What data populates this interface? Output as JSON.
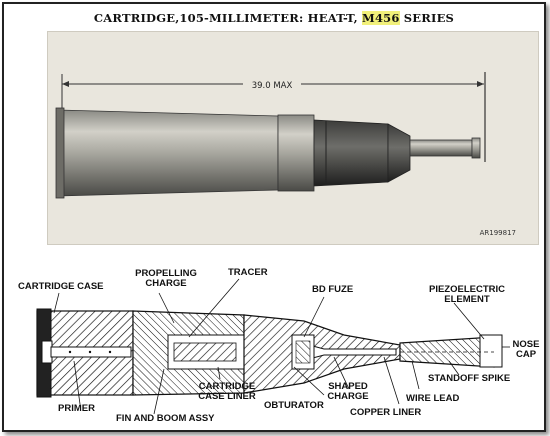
{
  "title": {
    "prefix": "CARTRIDGE,105-MILLIMETER:  HEAT-T, ",
    "highlight": "M456",
    "suffix": " SERIES"
  },
  "photo": {
    "dimension": "39.0 MAX",
    "reference": "AR199817"
  },
  "labels": {
    "cartridge_case": "CARTRIDGE CASE",
    "propelling_charge_1": "PROPELLING",
    "propelling_charge_2": "CHARGE",
    "tracer": "TRACER",
    "bd_fuze": "BD FUZE",
    "piezo_1": "PIEZOELECTRIC",
    "piezo_2": "ELEMENT",
    "nose_cap_1": "NOSE",
    "nose_cap_2": "CAP",
    "standoff_spike": "STANDOFF SPIKE",
    "wire_lead": "WIRE LEAD",
    "shaped_charge_1": "SHAPED",
    "shaped_charge_2": "CHARGE",
    "copper_liner": "COPPER LINER",
    "obturator": "OBTURATOR",
    "case_liner_1": "CARTRIDGE",
    "case_liner_2": "CASE LINER",
    "fin_boom": "FIN AND BOOM ASSY",
    "primer": "PRIMER"
  }
}
